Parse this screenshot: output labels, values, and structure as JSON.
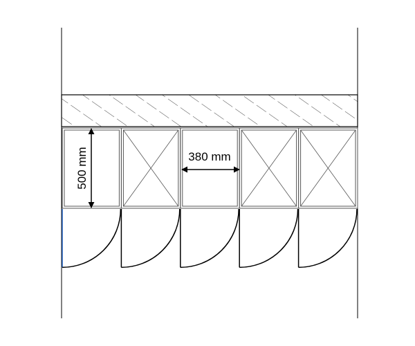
{
  "diagram": {
    "type": "floor-plan-cabinets",
    "cabinet_count": 5,
    "cabinets_with_x": [
      2,
      4,
      5
    ],
    "dimensions": {
      "depth_label": "500 mm",
      "width_label": "380 mm"
    },
    "colors": {
      "line": "#000000",
      "first_door": "#1f5fbf",
      "hatch": "#444444"
    }
  }
}
